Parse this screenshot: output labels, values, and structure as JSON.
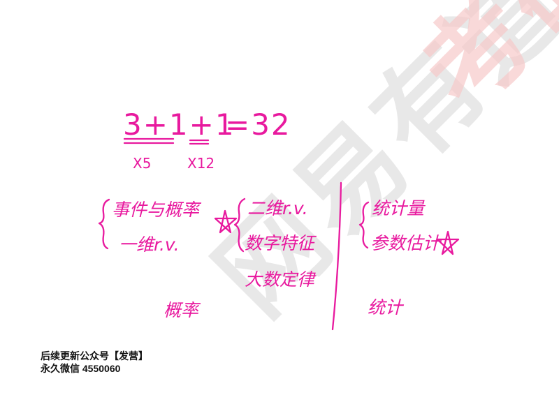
{
  "colors": {
    "ink": "#e8199e",
    "watermark_dark": "#d6d6d6",
    "watermark_red": "#f7c9c9",
    "caption": "#111111"
  },
  "watermark": {
    "text_grey": "网易有道",
    "text_red": "考研"
  },
  "board": {
    "formula": {
      "left": "3+1+1",
      "right": "=32",
      "mult_a": "X5",
      "mult_b": "X12"
    },
    "col1": {
      "item1": "事件与概率",
      "item2": "一维r.v.",
      "bottom": "概率"
    },
    "col2": {
      "item1": "二维r.v.",
      "item2": "数字特征",
      "item3": "大数定律"
    },
    "col3": {
      "item1": "统计量",
      "item2": "参数估计",
      "bottom": "统计"
    },
    "star_icon": "star-icon"
  },
  "caption": {
    "line1": "后续更新公众号【发营】",
    "line2": "永久微信 4550060"
  }
}
